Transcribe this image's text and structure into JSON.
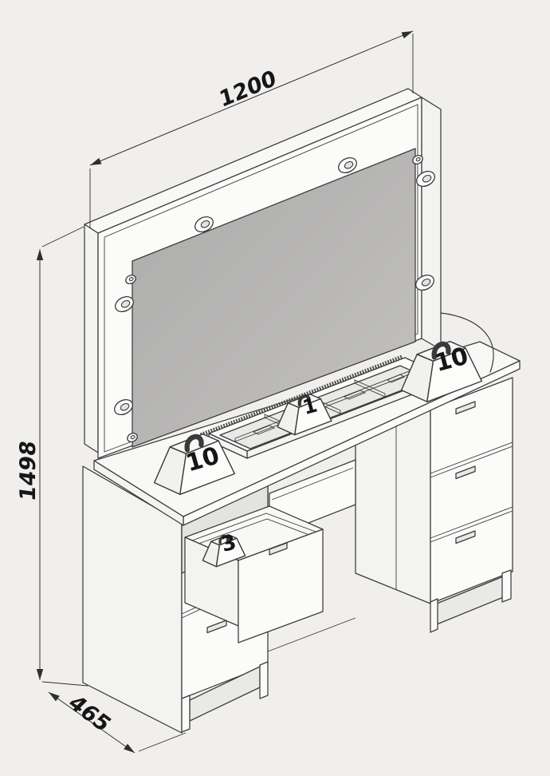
{
  "diagram": {
    "dimensions": {
      "width_mm": "1200",
      "height_mm": "1498",
      "depth_mm": "465"
    },
    "load_capacity_kg": {
      "left_tabletop": "10",
      "organizer_tray": "1",
      "right_tabletop": "10",
      "drawer": "3"
    },
    "colors": {
      "background": "#f0efed",
      "line": "#3a3a3a",
      "mirror": "#b5b4b3",
      "label": "#161616"
    }
  }
}
